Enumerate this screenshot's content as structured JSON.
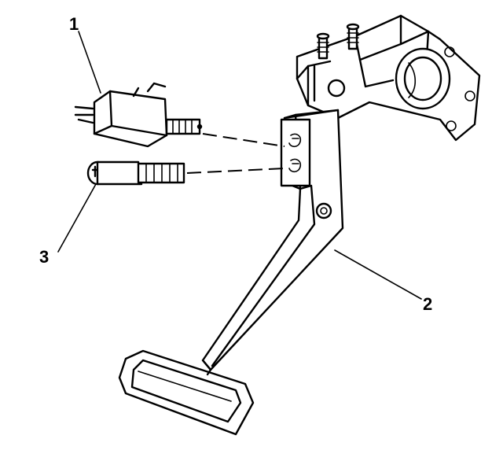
{
  "callouts": [
    {
      "id": "1",
      "text": "1"
    },
    {
      "id": "2",
      "text": "2"
    },
    {
      "id": "3",
      "text": "3"
    }
  ],
  "colors": {
    "ink": "#000000",
    "paper": "#ffffff"
  }
}
